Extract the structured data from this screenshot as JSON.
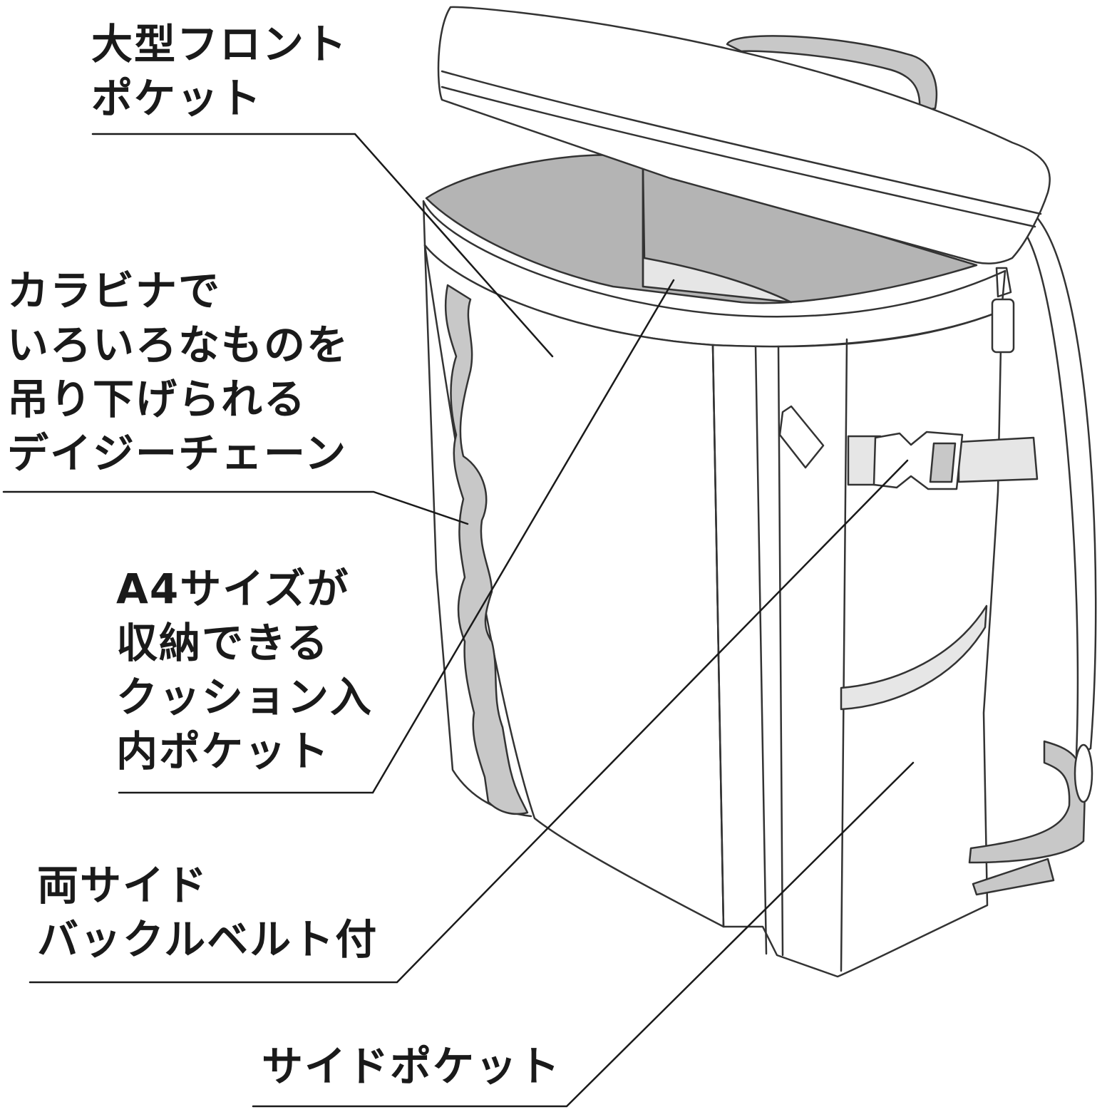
{
  "callouts": {
    "front_pocket": {
      "lines": [
        "大型フロント",
        "ポケット"
      ]
    },
    "daisy_chain": {
      "lines": [
        "カラビナで",
        "いろいろなものを",
        "吊り下げられる",
        "デイジーチェーン"
      ]
    },
    "inner_pocket": {
      "lines": [
        "A4サイズが",
        "収納できる",
        "クッション入",
        "内ポケット"
      ]
    },
    "buckle_belt": {
      "lines": [
        "両サイド",
        "バックルベルト付"
      ]
    },
    "side_pocket": {
      "lines": [
        "サイドポケット"
      ]
    }
  },
  "colors": {
    "outline": "#333333",
    "fill_gray": "#c8c8c8",
    "interior_gray": "#b4b4b4",
    "light_gray": "#e6e6e6",
    "text": "#1a1a1a"
  }
}
